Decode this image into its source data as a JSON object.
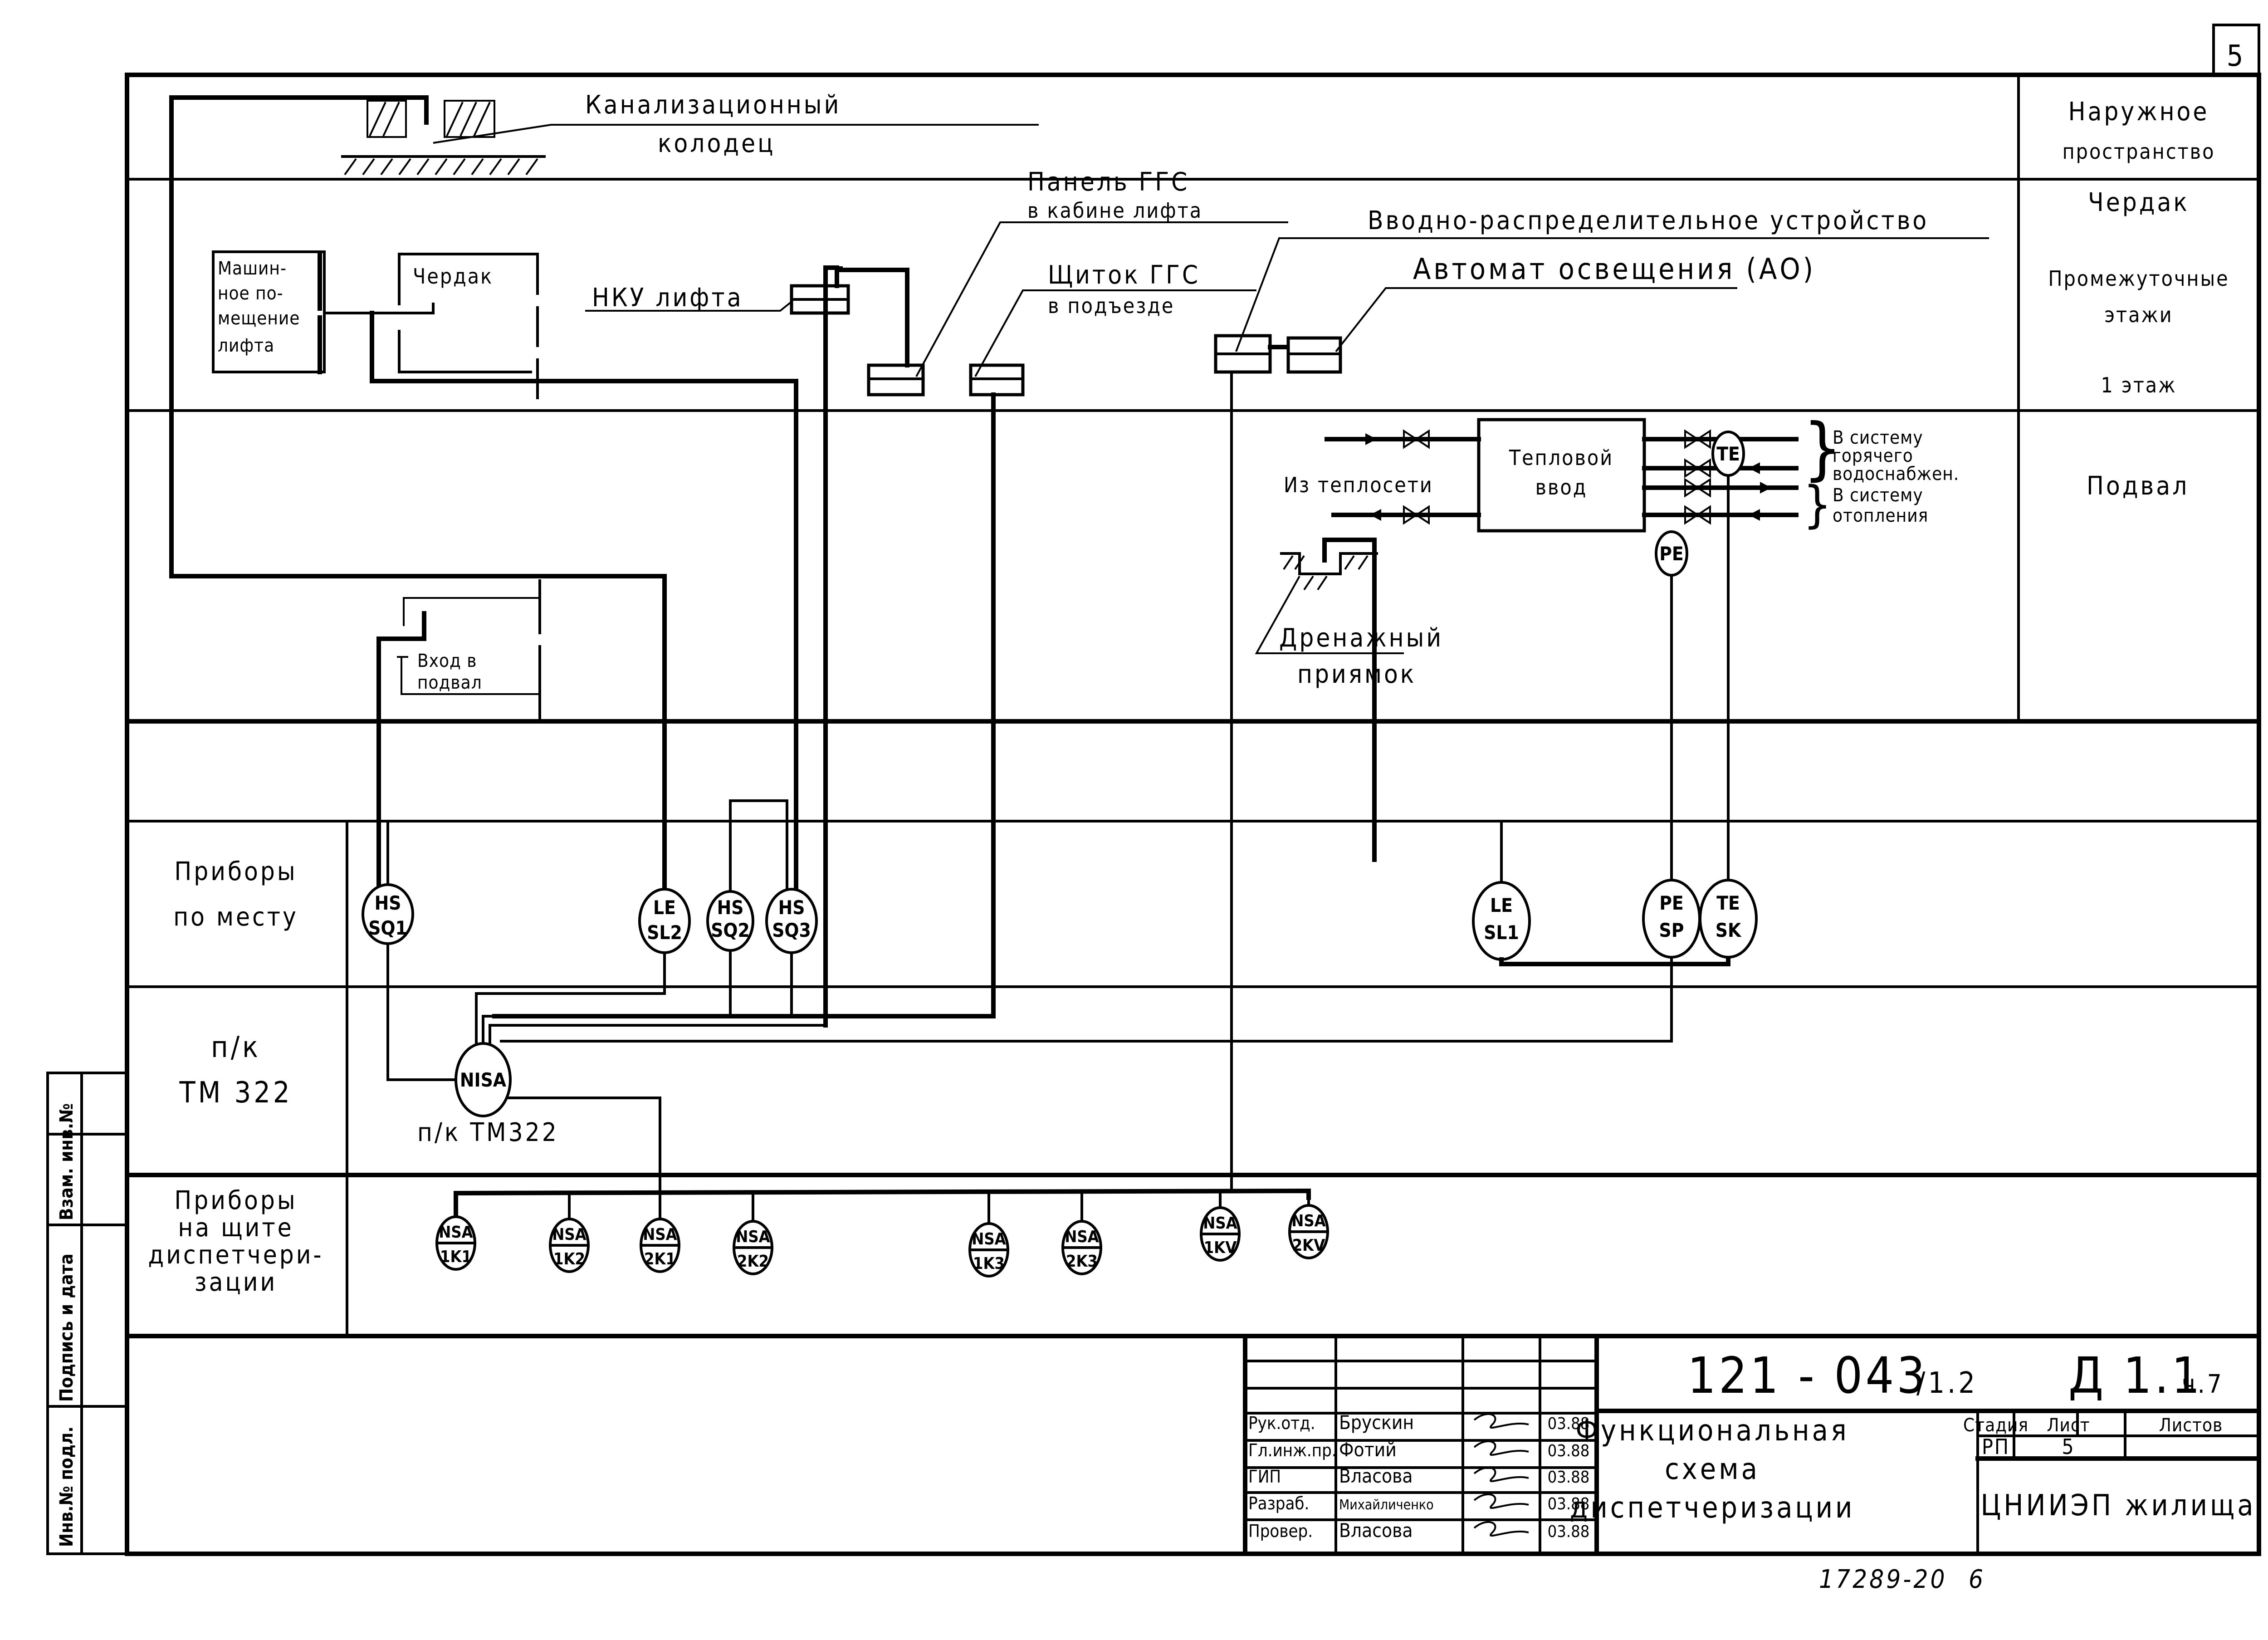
{
  "sheet_corner_number": "5",
  "zones": {
    "outdoor": "Наружное пространство",
    "outdoor_lines": [
      "Наружное",
      "пространство"
    ],
    "attic": "Чердак",
    "middle_floors_lines": [
      "Промежуточные",
      "этажи"
    ],
    "first_floor": "1 этаж",
    "basement": "Подвал"
  },
  "row_labels": {
    "field_instruments": [
      "Приборы",
      "по месту"
    ],
    "pk": [
      "п/к",
      "ТМ 322"
    ],
    "panel_instruments": [
      "Приборы",
      "на щите",
      "диспетчери-",
      "зации"
    ]
  },
  "labels": {
    "sewer_well": [
      "Канализационный",
      "колодец"
    ],
    "machine_room": [
      "Машин-",
      "ное по-",
      "мещение",
      "лифта"
    ],
    "attic_box": "Чердак",
    "nku_lift": "НКУ лифта",
    "ggs_panel": [
      "Панель ГГС",
      "в кабине лифта"
    ],
    "ggs_board": [
      "Щиток ГГС",
      "в подъезде"
    ],
    "input_distribution": "Вводно-распределительное устройство",
    "lighting_switch": "Автомат освещения (АО)",
    "basement_entry": [
      "Вход в",
      "подвал"
    ],
    "heat_input": [
      "Тепловой",
      "ввод"
    ],
    "from_heat_network": "Из теплосети",
    "to_hot_water": [
      "В систему",
      "горячего",
      "водоснабжен."
    ],
    "to_heating": [
      "В систему",
      "отопления"
    ],
    "drain_pit": [
      "Дренажный",
      "приямок"
    ],
    "pk_under_nisa": "п/к ТМ322"
  },
  "instruments": {
    "field": [
      {
        "id": "HS-SQ1",
        "top": "HS",
        "bottom": "SQ1"
      },
      {
        "id": "LE-SL2",
        "top": "LE",
        "bottom": "SL2"
      },
      {
        "id": "HS-SQ2",
        "top": "HS",
        "bottom": "SQ2"
      },
      {
        "id": "HS-SQ3",
        "top": "HS",
        "bottom": "SQ3"
      },
      {
        "id": "LE-SL1",
        "top": "LE",
        "bottom": "SL1"
      },
      {
        "id": "PE-SP",
        "top": "PE",
        "bottom": "SP"
      },
      {
        "id": "TE-SK",
        "top": "TE",
        "bottom": "SK"
      }
    ],
    "sensors": [
      {
        "id": "TE",
        "label": "TE"
      },
      {
        "id": "PE",
        "label": "PE"
      }
    ],
    "hub": {
      "id": "NISA",
      "label": "NISA"
    },
    "panel": [
      {
        "top": "NSA",
        "bottom": "1K1"
      },
      {
        "top": "NSA",
        "bottom": "1K2"
      },
      {
        "top": "NSA",
        "bottom": "2K1"
      },
      {
        "top": "NSA",
        "bottom": "2K2"
      },
      {
        "top": "NSA",
        "bottom": "1K3"
      },
      {
        "top": "NSA",
        "bottom": "2K3"
      },
      {
        "top": "NSA",
        "bottom": "1KV"
      },
      {
        "top": "NSA",
        "bottom": "2KV"
      }
    ]
  },
  "side_stamp": {
    "col1": [
      "Инв.№ подл.",
      "Подпись и дата",
      "Взам. инв.№"
    ]
  },
  "title_block": {
    "doc_code": "121 - 043",
    "doc_code_suffix": "/1.2",
    "album": "Д 1.1",
    "album_part": "ч.7",
    "title_lines": [
      "Функциональная",
      "схема",
      "диспетчеризации"
    ],
    "headers": {
      "stage": "Стадия",
      "sheet": "Лист",
      "sheets": "Листов"
    },
    "values": {
      "stage": "РП",
      "sheet": "5",
      "sheets": ""
    },
    "organization": "ЦНИИЭП жилища",
    "signatures": [
      {
        "role": "Рук.отд.",
        "name": "Брускин",
        "date": "03.88"
      },
      {
        "role": "Гл.инж.пр.",
        "name": "Фотий",
        "date": "03.88"
      },
      {
        "role": "ГИП",
        "name": "Власова",
        "date": "03.88"
      },
      {
        "role": "Разраб.",
        "name": "Михайличенко",
        "date": "03.88"
      },
      {
        "role": "Провер.",
        "name": "Власова",
        "date": "03.88"
      }
    ],
    "archive_number": "17289-20",
    "archive_page": "6"
  }
}
